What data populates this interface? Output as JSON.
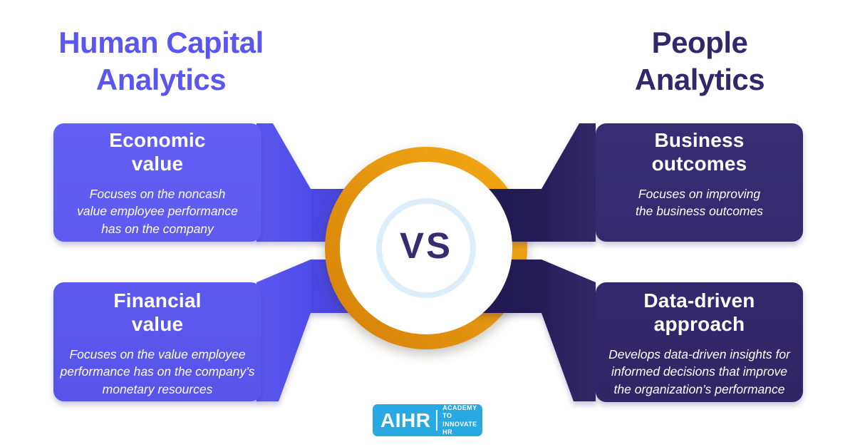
{
  "page": {
    "background": "#ffffff"
  },
  "left_column": {
    "title": "Human Capital\nAnalytics",
    "title_color": "#5a57f0",
    "box_color": "#5f5cf2",
    "band_color": "#413ed8",
    "cards": [
      {
        "heading": "Economic\nvalue",
        "body": "Focuses on the noncash\nvalue employee performance\nhas on the company"
      },
      {
        "heading": "Financial\nvalue",
        "body": "Focuses on the value employee\nperformance has on the company’s\nmonetary resources"
      }
    ]
  },
  "right_column": {
    "title": "People\nAnalytics",
    "title_color": "#33276b",
    "box_color": "#342a6c",
    "band_color": "#211a50",
    "cards": [
      {
        "heading": "Business\noutcomes",
        "body": "Focuses on improving\nthe business outcomes"
      },
      {
        "heading": "Data-driven\napproach",
        "body": "Develops data-driven insights for\ninformed decisions that improve\nthe organization’s performance"
      }
    ]
  },
  "center": {
    "vs_label": "VS",
    "vs_color": "#3a2a70",
    "ring_color": "#e8960f",
    "inner_ring_color": "#dceef9",
    "disc_color": "#ffffff"
  },
  "footer_logo": {
    "brand": "AIHR",
    "tagline": "ACADEMY TO\nINNOVATE HR",
    "background": "#29a9e1"
  }
}
